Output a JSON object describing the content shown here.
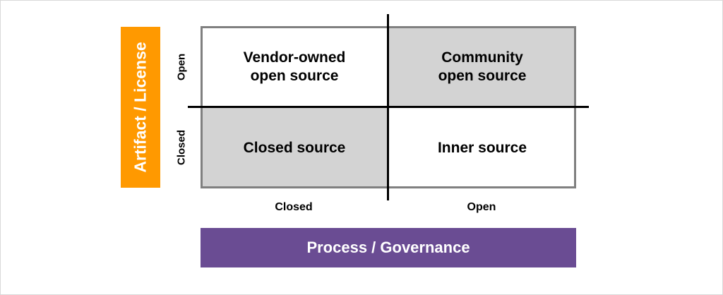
{
  "y_axis": {
    "title": "Artifact / License",
    "color": "#ff9900",
    "row_labels": [
      "Open",
      "Closed"
    ]
  },
  "x_axis": {
    "title": "Process / Governance",
    "color": "#6a4c93",
    "column_labels": [
      "Closed",
      "Open"
    ]
  },
  "quadrants": [
    {
      "label": "Vendor-owned\nopen source",
      "row": "Open",
      "column": "Closed",
      "fill": "#ffffff"
    },
    {
      "label": "Community\nopen source",
      "row": "Open",
      "column": "Open",
      "fill": "#d3d3d3"
    },
    {
      "label": "Closed source",
      "row": "Closed",
      "column": "Closed",
      "fill": "#d3d3d3"
    },
    {
      "label": "Inner source",
      "row": "Closed",
      "column": "Open",
      "fill": "#ffffff"
    }
  ]
}
